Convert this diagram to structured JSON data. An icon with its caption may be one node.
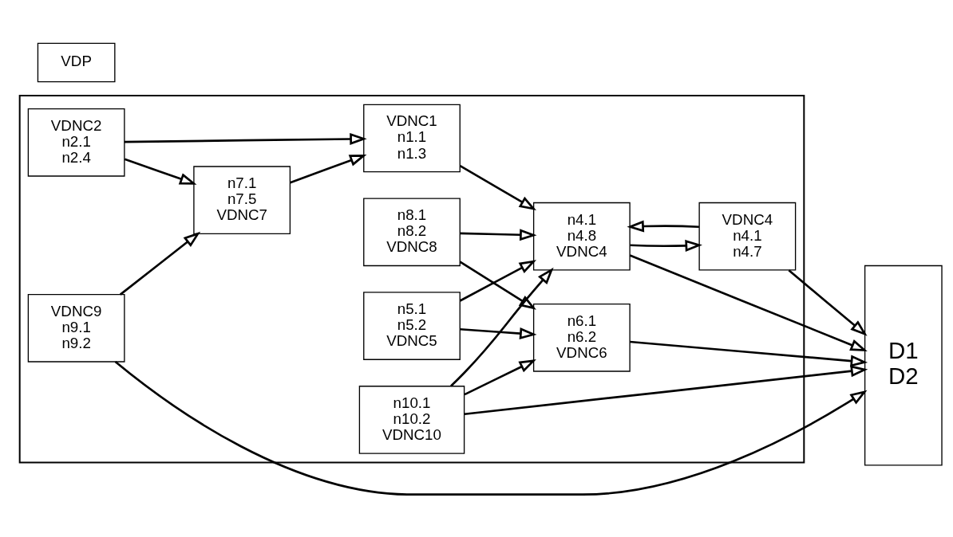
{
  "diagram": {
    "nodes": [
      {
        "text": [],
        "shape": "box"
      },
      {
        "text": [
          "VDNC2",
          "n2.1",
          "n2.4"
        ],
        "in": 0
      },
      {
        "text": [
          "VDNC1",
          "n1.1",
          "n1.3"
        ],
        "in": 0
      },
      {
        "text": [
          "VDNC4",
          "n4.1",
          "n4.7"
        ],
        "in": 0
      },
      {
        "text": [
          "VDP"
        ]
      },
      {
        "text": [
          "D1",
          "D2"
        ]
      },
      {
        "text": [
          "VDNC9",
          "n9.1",
          "n9.2"
        ],
        "in": 0
      },
      {
        "text": [
          "n7.1",
          "n7.5",
          "VDNC7"
        ],
        "in": 0
      },
      {
        "text": [
          "n4.1",
          "n4.8",
          "VDNC4"
        ],
        "in": 0
      },
      {
        "text": [
          "n8.1",
          "n8.2",
          "VDNC8"
        ],
        "in": 0
      },
      {
        "text": [
          "n6.1",
          "n6.2",
          "VDNC6"
        ],
        "in": 0
      },
      {
        "text": [
          "n5.1",
          "n5.2",
          "VDNC5"
        ],
        "in": 0
      },
      {
        "text": [
          "n10.1",
          "n10.2",
          "VDNC10"
        ],
        "in": 0
      }
    ],
    "edges": [
      {
        "from": 1,
        "to": 2,
        "arrow": "to"
      },
      {
        "from": 1,
        "to": 7,
        "arrow": "to"
      },
      {
        "from": 6,
        "to": 7,
        "arrow": "to"
      },
      {
        "from": 7,
        "to": 2,
        "arrow": "to"
      },
      {
        "from": 2,
        "to": 8,
        "arrow": "to"
      },
      {
        "from": 3,
        "to": 8,
        "arrow": "to"
      },
      {
        "from": 8,
        "to": 3,
        "arrow": "to"
      },
      {
        "from": 3,
        "to": 5,
        "arrow": "to"
      },
      {
        "from": 8,
        "to": 5,
        "arrow": "to"
      },
      {
        "from": 6,
        "to": 5,
        "arrow": "to"
      },
      {
        "from": 9,
        "to": 8,
        "arrow": "to"
      },
      {
        "from": 9,
        "to": 10,
        "arrow": "to"
      },
      {
        "from": 11,
        "to": 8,
        "arrow": "to"
      },
      {
        "from": 11,
        "to": 10,
        "arrow": "to"
      },
      {
        "from": 12,
        "to": 8,
        "arrow": "to"
      },
      {
        "from": 12,
        "to": 10,
        "arrow": "to"
      },
      {
        "from": 10,
        "to": 5,
        "arrow": "to"
      },
      {
        "from": 12,
        "to": 5,
        "arrow": "to"
      }
    ]
  }
}
